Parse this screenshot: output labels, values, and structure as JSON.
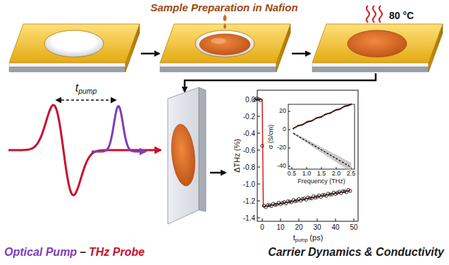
{
  "diagram": {
    "title": "Sample Preparation in Nafion",
    "labels": [
      "80 °C",
      "t",
      "pump",
      "Optical Pump",
      "–",
      "THz Probe",
      "Carrier Dynamics & Conductivity",
      "0.0",
      "-0.2",
      "-0.4",
      "-0.6",
      "-0.8",
      "-1.0",
      "-1.2",
      "-1.4",
      "ΔTHz (%)",
      "0",
      "10",
      "20",
      "30",
      "40",
      "50",
      "t",
      "pump",
      "(ps)",
      "20",
      "0",
      "-20",
      "-40",
      "σ (S/cm)",
      "0.5",
      "1.0",
      "1.5",
      "2.0",
      "2.5",
      "Frequency (THz)"
    ]
  }
}
